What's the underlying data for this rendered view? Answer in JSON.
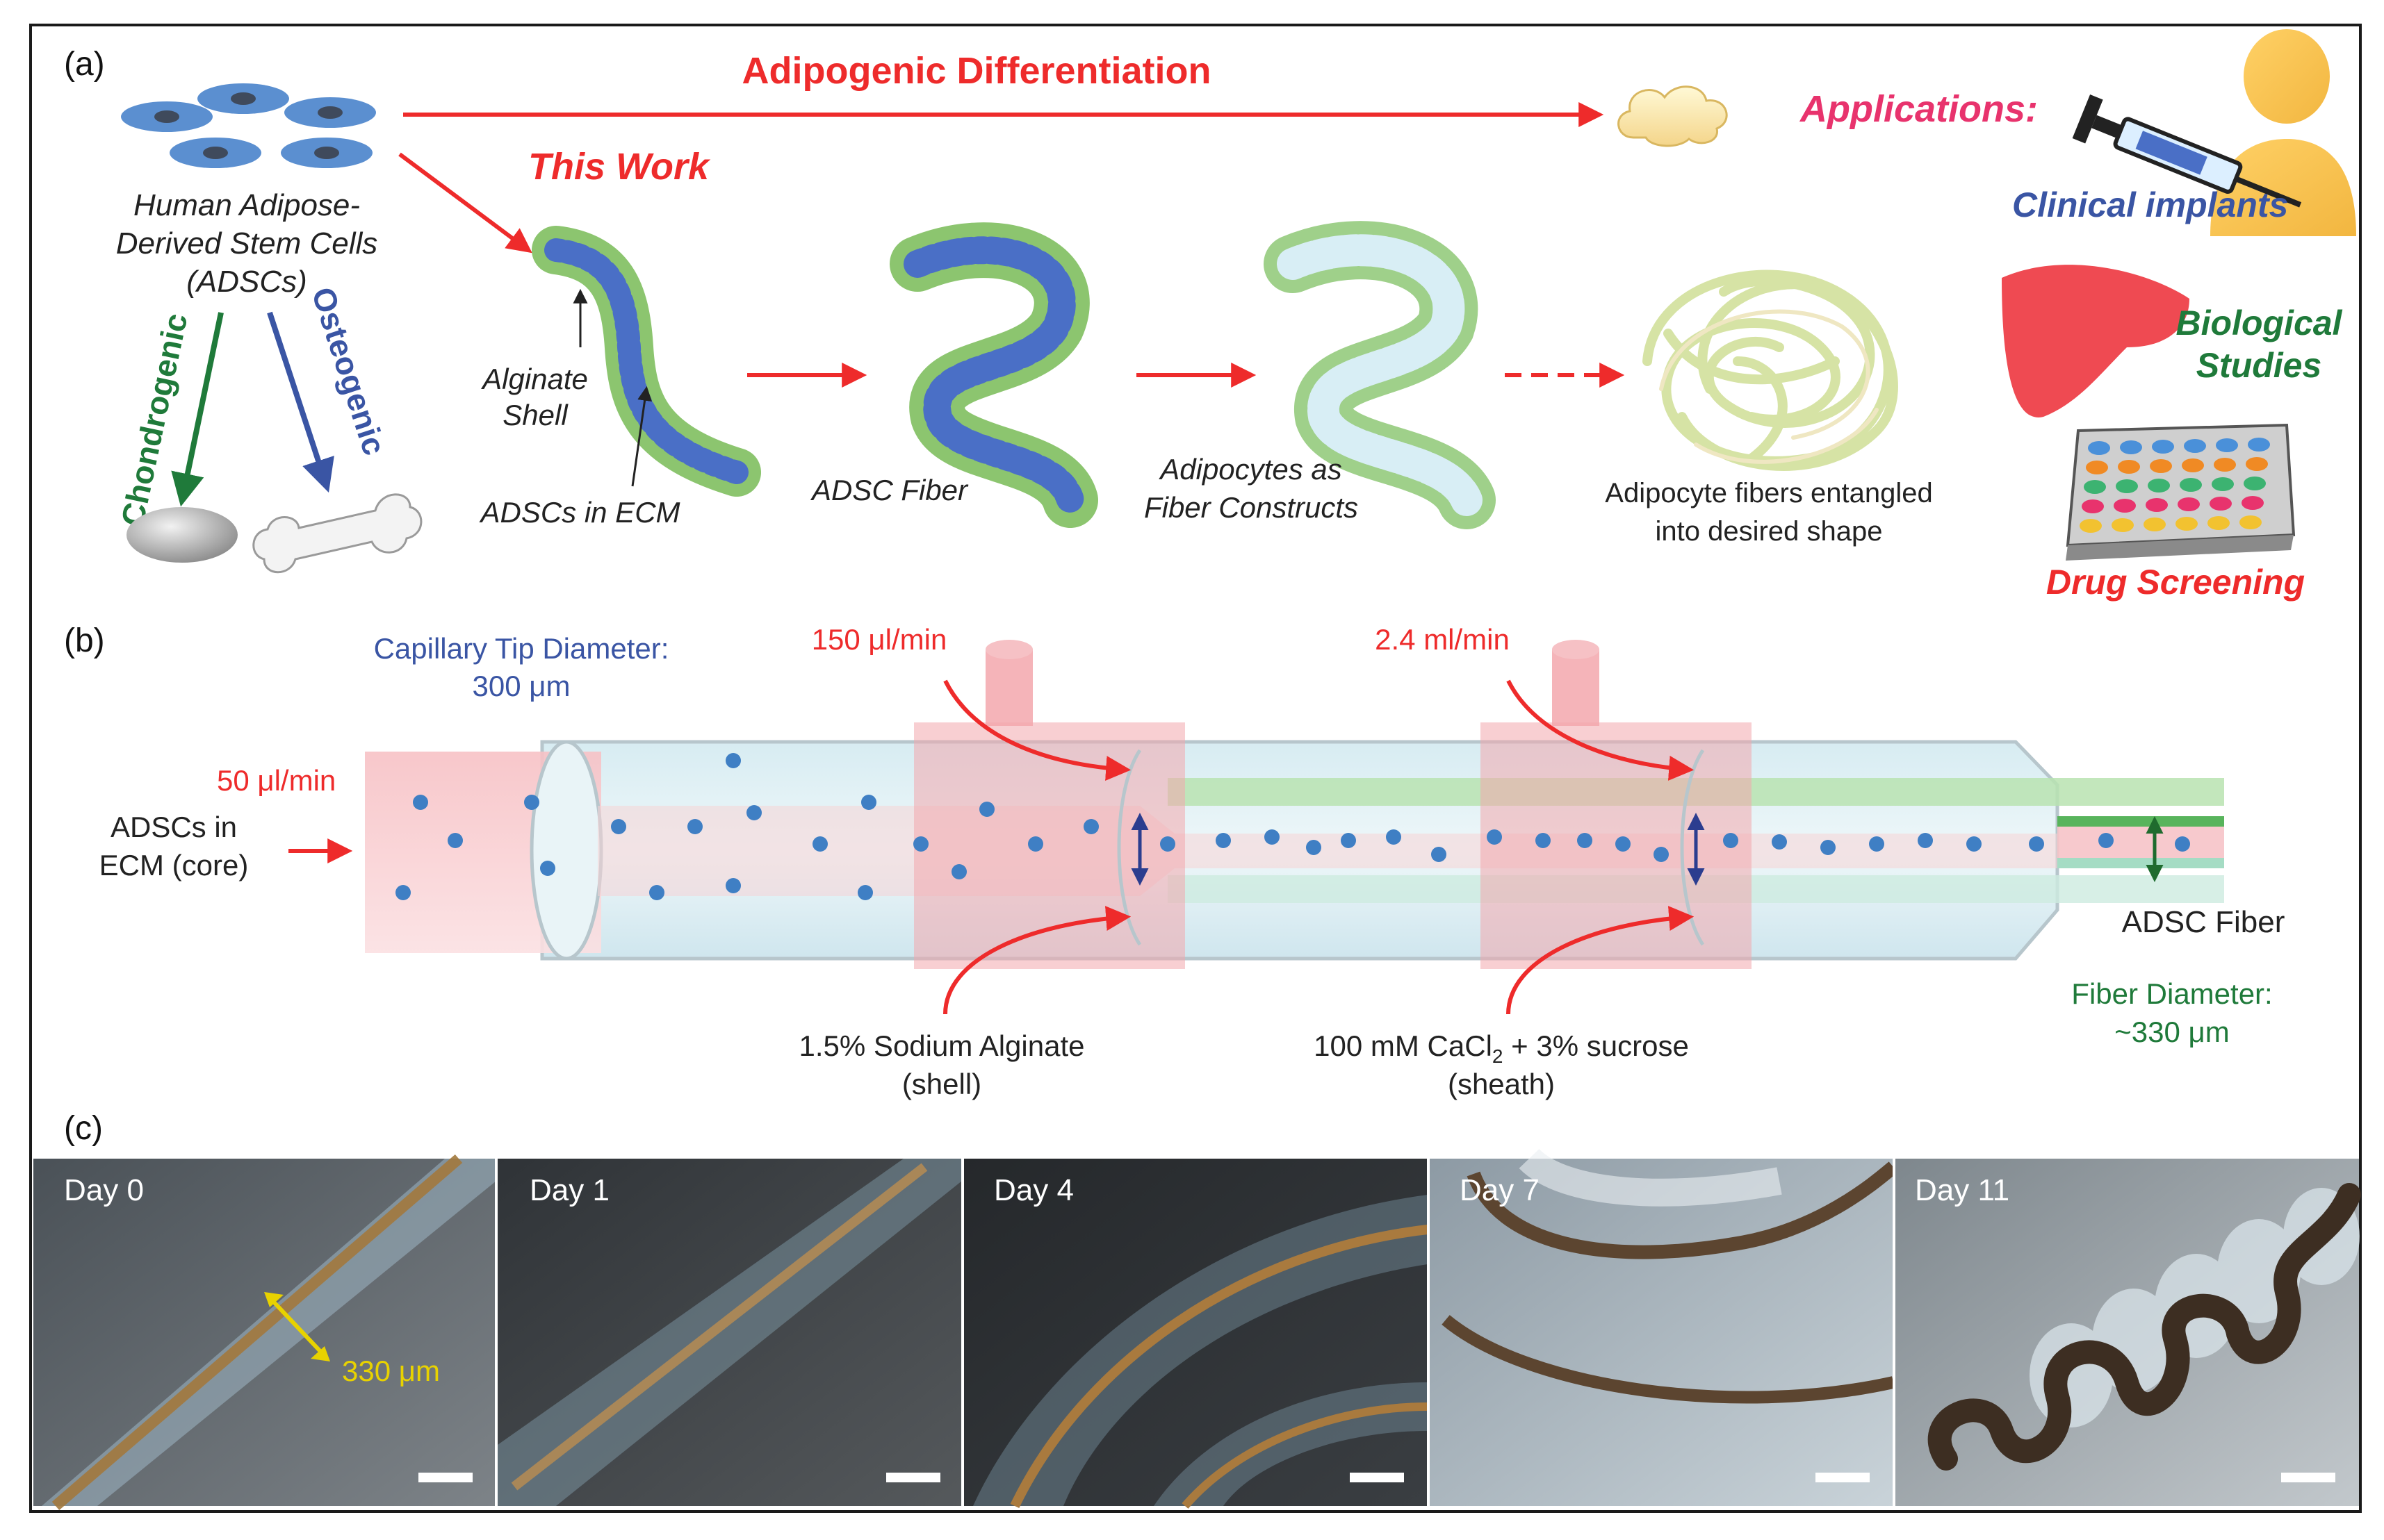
{
  "panel_a": {
    "label": "(a)",
    "adipogenic": "Adipogenic Differentiation",
    "this_work": "This Work",
    "cells_label_1": "Human Adipose-",
    "cells_label_2": "Derived Stem Cells",
    "cells_label_3": "(ADSCs)",
    "chondrogenic": "Chondrogenic",
    "osteogenic": "Osteogenic",
    "alginate_1": "Alginate",
    "alginate_2": "Shell",
    "adscs_ecm": "ADSCs in ECM",
    "adsc_fiber": "ADSC Fiber",
    "adipocytes_1": "Adipocytes as",
    "adipocytes_2": "Fiber Constructs",
    "entangled_1": "Adipocyte fibers entangled",
    "entangled_2": "into desired shape",
    "applications": "Applications:",
    "clinical": "Clinical implants",
    "biological_1": "Biological",
    "biological_2": "Studies",
    "drug": "Drug Screening"
  },
  "panel_b": {
    "label": "(b)",
    "capillary_1": "Capillary Tip Diameter:",
    "capillary_2": "300 μm",
    "flow_core": "50 μl/min",
    "core_1": "ADSCs in",
    "core_2": "ECM (core)",
    "flow_shell": "150 μl/min",
    "flow_sheath": "2.4 ml/min",
    "shell_1": "1.5% Sodium Alginate",
    "shell_2": "(shell)",
    "sheath_1a": "100 mM CaCl",
    "sheath_1sub": "2",
    "sheath_1b": " + 3% sucrose",
    "sheath_2": "(sheath)",
    "fiber": "ADSC Fiber",
    "fiber_diam_1": "Fiber Diameter:",
    "fiber_diam_2": "~330 μm"
  },
  "panel_c": {
    "label": "(c)",
    "days": [
      "Day 0",
      "Day 1",
      "Day 4",
      "Day 7",
      "Day 11"
    ],
    "measure": "330 μm"
  },
  "colors": {
    "red": "#ee2b2b",
    "blue_text": "#3a55a4",
    "green_text": "#1f7a3a",
    "pink": "#e8336d",
    "yellow": "#e8d200"
  }
}
